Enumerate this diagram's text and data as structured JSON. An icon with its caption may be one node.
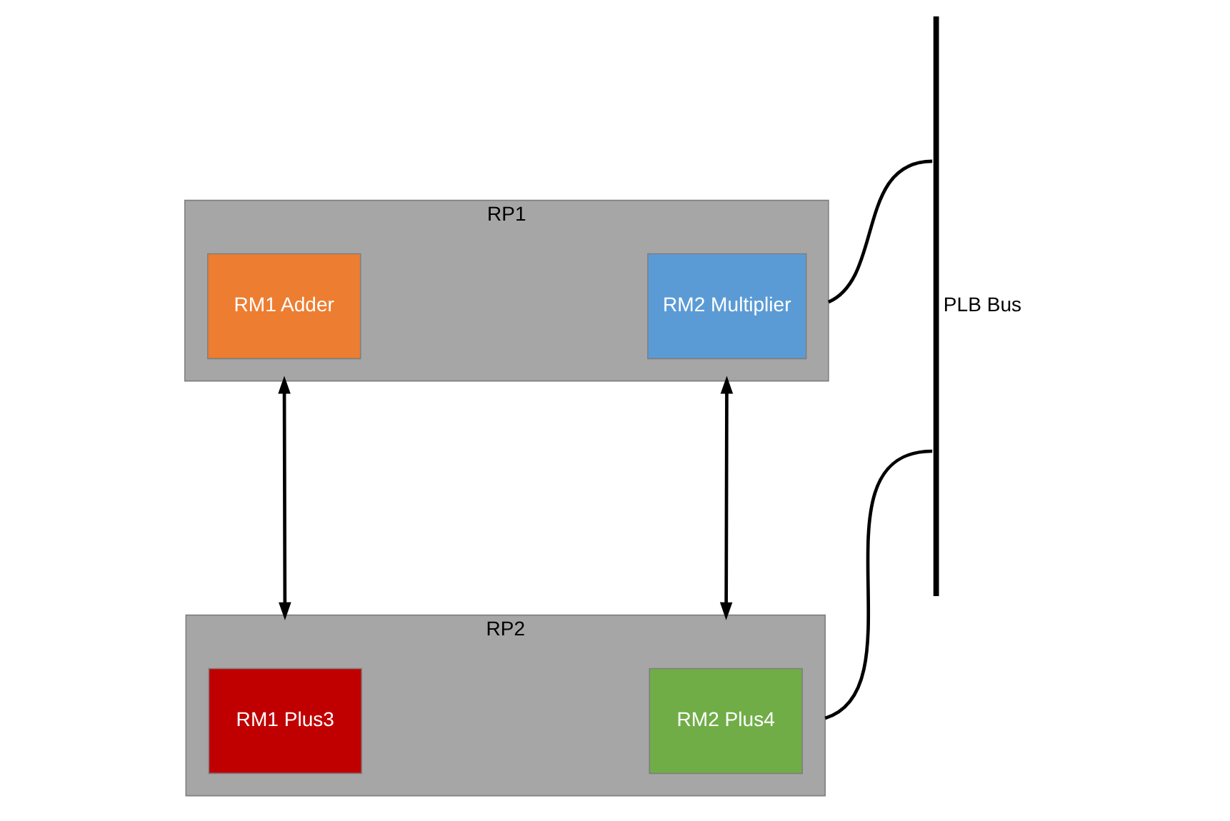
{
  "diagram": {
    "nodes": [
      {
        "text": [
          "RP1"
        ]
      },
      {
        "text": [
          "RM1 Adder"
        ],
        "in": 0
      },
      {
        "text": [
          "RM2 Multiplier"
        ],
        "in": 0
      },
      {
        "text": [
          "RP2"
        ]
      },
      {
        "text": [
          "RM1 Plus3"
        ],
        "in": 3
      },
      {
        "text": [
          "RM2 Plus4"
        ],
        "in": 3
      },
      {
        "text": [],
        "shape": "bar",
        "beside": [
          "PLB Bus"
        ]
      }
    ],
    "edges": [
      {
        "from": 0,
        "to": 3,
        "arrow": "both"
      },
      {
        "from": 0,
        "to": 3,
        "arrow": "both"
      },
      {
        "from": 0,
        "to": 6,
        "arrow": "none"
      },
      {
        "from": 3,
        "to": 6,
        "arrow": "none"
      }
    ]
  }
}
